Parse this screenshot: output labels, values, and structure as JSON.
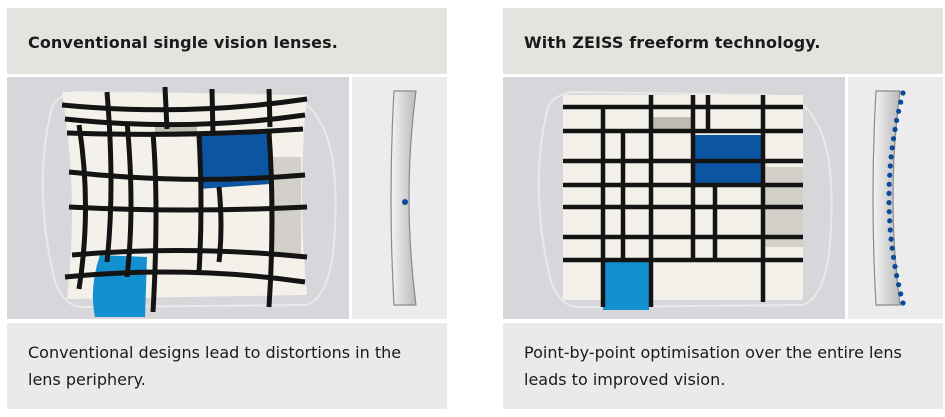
{
  "panels": [
    {
      "title": "Conventional single vision lenses.",
      "caption": "Conventional designs lead to distortions in the lens periphery."
    },
    {
      "title": "With ZEISS freeform technology.",
      "caption": "Point-by-point optimisation over the entire lens leads to improved vision."
    }
  ],
  "colors": {
    "header_bg": "#e3e3df",
    "caption_bg": "#eaeaea",
    "dark_blue": "#0b55a2",
    "light_blue": "#1390cf",
    "dot_blue": "#0b4a9a"
  },
  "icons": [
    "lens-cross-section-icon",
    "optimisation-point-icon"
  ]
}
